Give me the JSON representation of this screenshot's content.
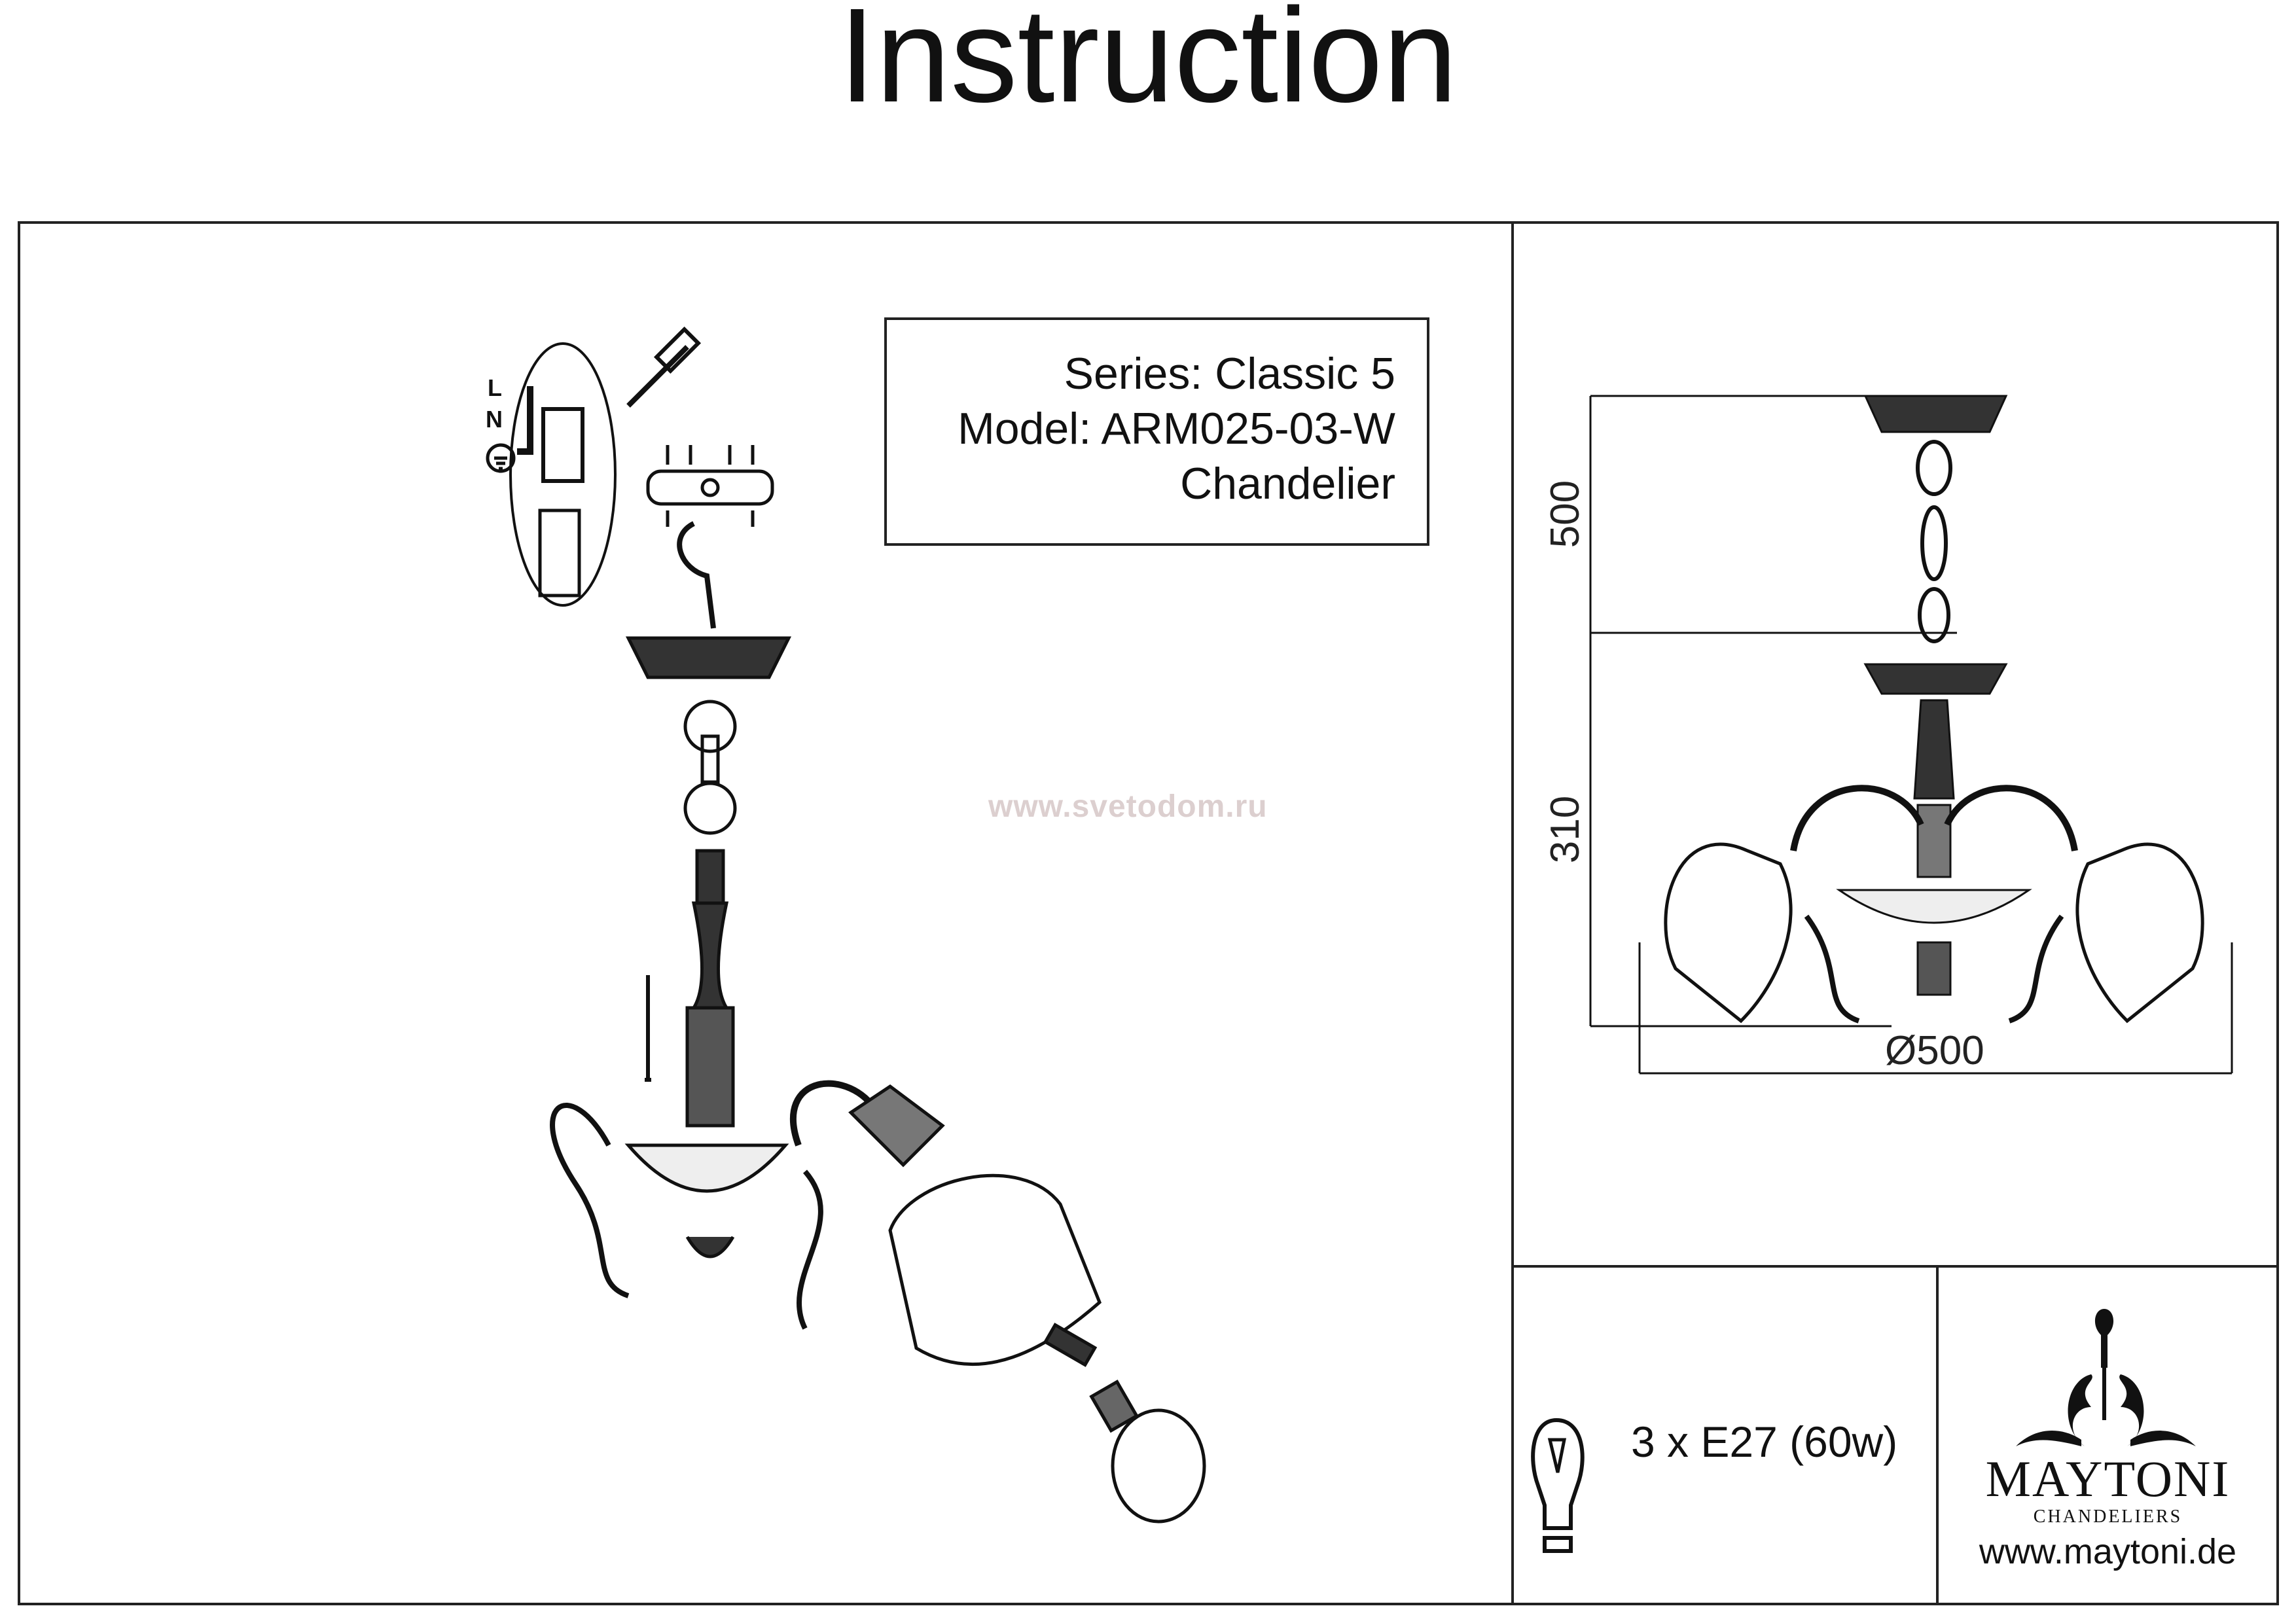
{
  "title": "Instruction",
  "info": {
    "series": "Series: Classic 5",
    "model": "Model: ARM025-03-W",
    "type": "Chandelier"
  },
  "watermark": "www.svetodom.ru",
  "wiring": {
    "live": "L",
    "neutral": "N"
  },
  "dimensions": {
    "chain_length": "500",
    "body_height": "310",
    "diameter": "Ø500"
  },
  "lamp": {
    "spec": "3 x E27 (60w)",
    "icon": "light-bulb-icon"
  },
  "brand": {
    "name": "MAYTONI",
    "subtitle": "CHANDELIERS",
    "website": "www.maytoni.de"
  }
}
